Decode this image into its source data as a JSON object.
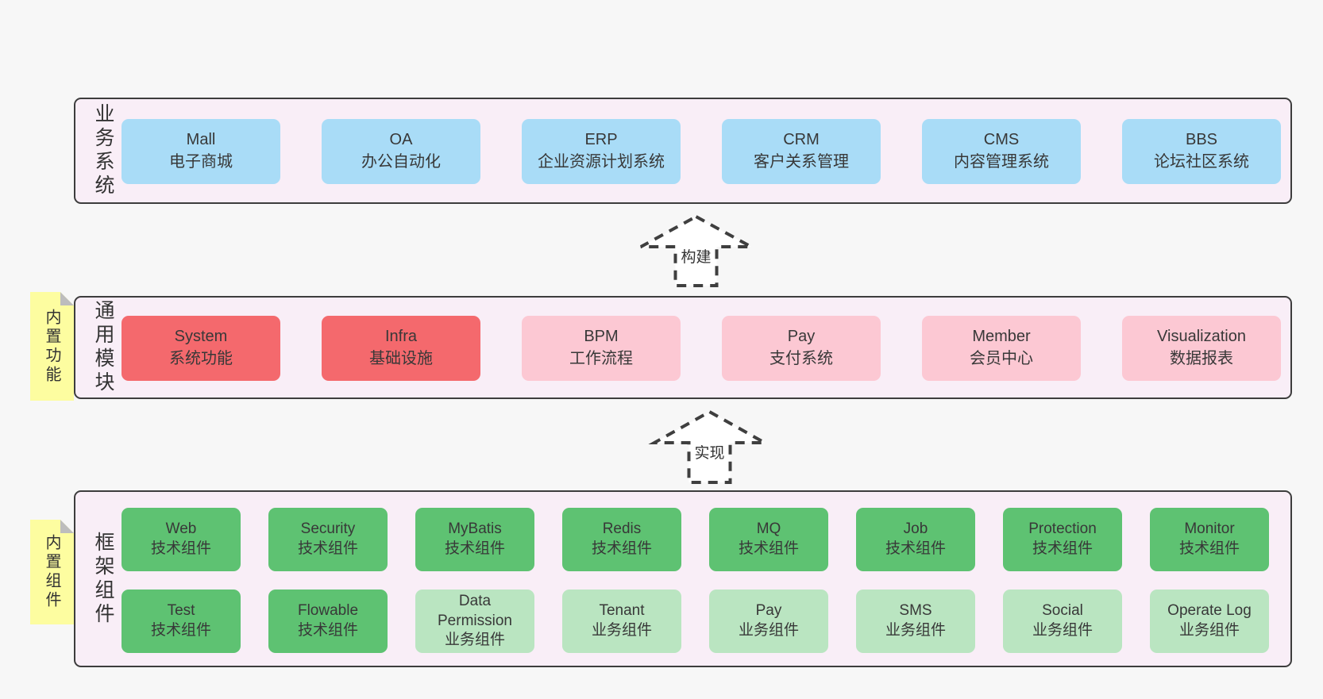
{
  "colors": {
    "page_bg": "#f7f7f7",
    "panel_bg": "#f9eef7",
    "panel_border": "#3d3d3d",
    "blue": "#a9dcf7",
    "red": "#f4696d",
    "pink": "#fcc8d3",
    "green": "#5ec272",
    "green_light": "#bae5c1",
    "note_yellow": "#fdfda0",
    "note_fold": "#bdbdbd",
    "text": "#383838",
    "arrow": "#3f3f3f"
  },
  "layers": [
    {
      "side_label": "业务系统",
      "rows": [
        {
          "cols": 6,
          "items": [
            {
              "title": "Mall",
              "subtitle": "电子商城",
              "variant": "blue"
            },
            {
              "title": "OA",
              "subtitle": "办公自动化",
              "variant": "blue"
            },
            {
              "title": "ERP",
              "subtitle": "企业资源计划系统",
              "variant": "blue"
            },
            {
              "title": "CRM",
              "subtitle": "客户关系管理",
              "variant": "blue"
            },
            {
              "title": "CMS",
              "subtitle": "内容管理系统",
              "variant": "blue"
            },
            {
              "title": "BBS",
              "subtitle": "论坛社区系统",
              "variant": "blue"
            }
          ]
        }
      ]
    },
    {
      "side_label": "通用模块",
      "rows": [
        {
          "cols": 6,
          "items": [
            {
              "title": "System",
              "subtitle": "系统功能",
              "variant": "red"
            },
            {
              "title": "Infra",
              "subtitle": "基础设施",
              "variant": "red"
            },
            {
              "title": "BPM",
              "subtitle": "工作流程",
              "variant": "pink"
            },
            {
              "title": "Pay",
              "subtitle": "支付系统",
              "variant": "pink"
            },
            {
              "title": "Member",
              "subtitle": "会员中心",
              "variant": "pink"
            },
            {
              "title": "Visualization",
              "subtitle": "数据报表",
              "variant": "pink"
            }
          ]
        }
      ]
    },
    {
      "side_label": "框架组件",
      "rows": [
        {
          "cols": 8,
          "items": [
            {
              "title": "Web",
              "subtitle": "技术组件",
              "variant": "green"
            },
            {
              "title": "Security",
              "subtitle": "技术组件",
              "variant": "green"
            },
            {
              "title": "MyBatis",
              "subtitle": "技术组件",
              "variant": "green"
            },
            {
              "title": "Redis",
              "subtitle": "技术组件",
              "variant": "green"
            },
            {
              "title": "MQ",
              "subtitle": "技术组件",
              "variant": "green"
            },
            {
              "title": "Job",
              "subtitle": "技术组件",
              "variant": "green"
            },
            {
              "title": "Protection",
              "subtitle": "技术组件",
              "variant": "green"
            },
            {
              "title": "Monitor",
              "subtitle": "技术组件",
              "variant": "green"
            }
          ]
        },
        {
          "cols": 8,
          "items": [
            {
              "title": "Test",
              "subtitle": "技术组件",
              "variant": "green"
            },
            {
              "title": "Flowable",
              "subtitle": "技术组件",
              "variant": "green"
            },
            {
              "title": "Data Permission",
              "subtitle": "业务组件",
              "variant": "green_light"
            },
            {
              "title": "Tenant",
              "subtitle": "业务组件",
              "variant": "green_light"
            },
            {
              "title": "Pay",
              "subtitle": "业务组件",
              "variant": "green_light"
            },
            {
              "title": "SMS",
              "subtitle": "业务组件",
              "variant": "green_light"
            },
            {
              "title": "Social",
              "subtitle": "业务组件",
              "variant": "green_light"
            },
            {
              "title": "Operate Log",
              "subtitle": "业务组件",
              "variant": "green_light"
            }
          ]
        }
      ]
    }
  ],
  "notes": [
    {
      "text": "内置功能"
    },
    {
      "text": "内置组件"
    }
  ],
  "arrows": [
    {
      "label": "构建"
    },
    {
      "label": "实现"
    }
  ]
}
